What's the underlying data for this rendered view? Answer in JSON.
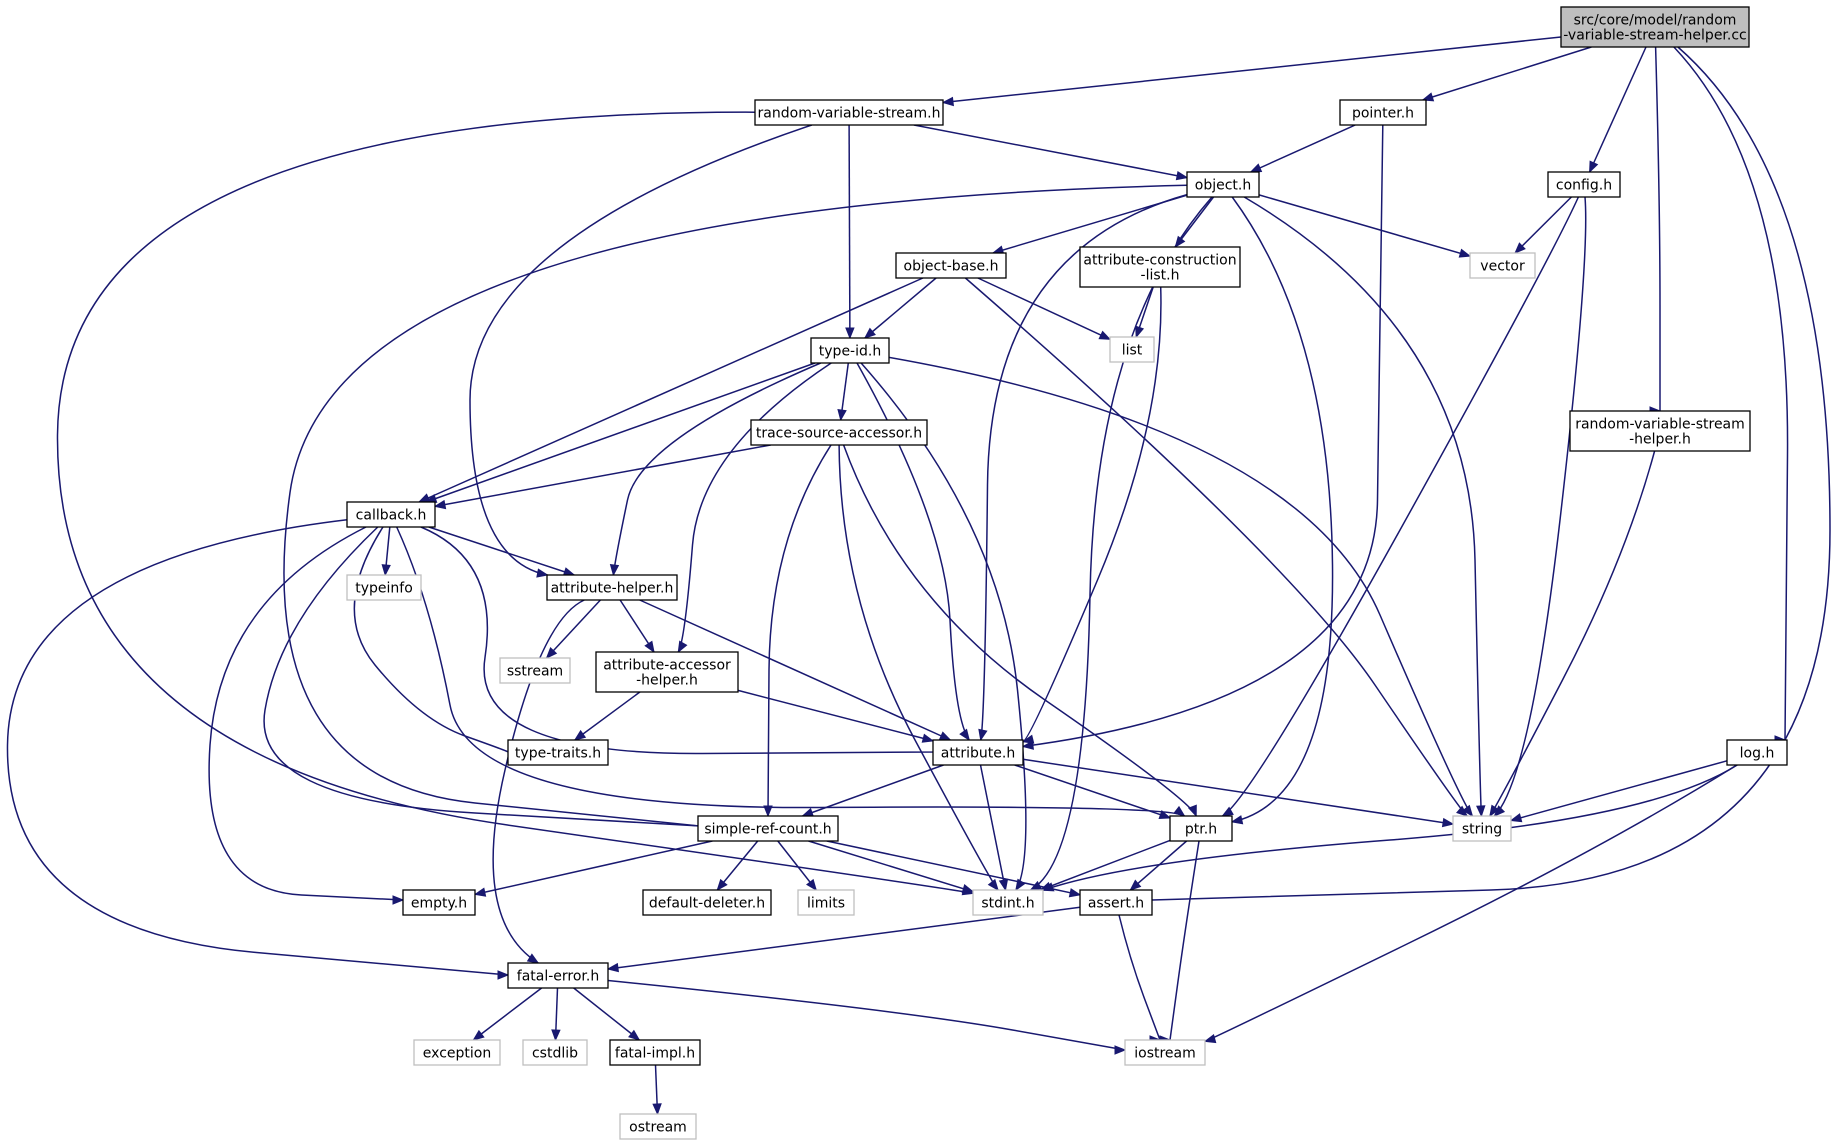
{
  "diagram": {
    "type": "include-dependency-graph",
    "colors": {
      "edge": "#191970",
      "root_fill": "#bfbfbf",
      "local_border": "#000000",
      "system_border": "#bfbfbf",
      "background": "#ffffff"
    },
    "nodes": [
      {
        "id": "root",
        "kind": "root",
        "lines": [
          "src/core/model/random",
          "-variable-stream-helper.cc"
        ]
      },
      {
        "id": "rvs",
        "kind": "local",
        "lines": [
          "random-variable-stream.h"
        ]
      },
      {
        "id": "pointer",
        "kind": "local",
        "lines": [
          "pointer.h"
        ]
      },
      {
        "id": "object",
        "kind": "local",
        "lines": [
          "object.h"
        ]
      },
      {
        "id": "config",
        "kind": "local",
        "lines": [
          "config.h"
        ]
      },
      {
        "id": "vector",
        "kind": "system",
        "lines": [
          "vector"
        ]
      },
      {
        "id": "objbase",
        "kind": "local",
        "lines": [
          "object-base.h"
        ]
      },
      {
        "id": "attrcons",
        "kind": "local",
        "lines": [
          "attribute-construction",
          "-list.h"
        ]
      },
      {
        "id": "list",
        "kind": "system",
        "lines": [
          "list"
        ]
      },
      {
        "id": "typeid",
        "kind": "local",
        "lines": [
          "type-id.h"
        ]
      },
      {
        "id": "rvsh",
        "kind": "local",
        "lines": [
          "random-variable-stream",
          "-helper.h"
        ]
      },
      {
        "id": "tsa",
        "kind": "local",
        "lines": [
          "trace-source-accessor.h"
        ]
      },
      {
        "id": "callback",
        "kind": "local",
        "lines": [
          "callback.h"
        ]
      },
      {
        "id": "typeinfo",
        "kind": "system",
        "lines": [
          "typeinfo"
        ]
      },
      {
        "id": "attrhelper",
        "kind": "local",
        "lines": [
          "attribute-helper.h"
        ]
      },
      {
        "id": "sstream",
        "kind": "system",
        "lines": [
          "sstream"
        ]
      },
      {
        "id": "attracc",
        "kind": "local",
        "lines": [
          "attribute-accessor",
          "-helper.h"
        ]
      },
      {
        "id": "typetraits",
        "kind": "local",
        "lines": [
          "type-traits.h"
        ]
      },
      {
        "id": "attribute",
        "kind": "local",
        "lines": [
          "attribute.h"
        ]
      },
      {
        "id": "log",
        "kind": "local",
        "lines": [
          "log.h"
        ]
      },
      {
        "id": "srefcount",
        "kind": "local",
        "lines": [
          "simple-ref-count.h"
        ]
      },
      {
        "id": "ptr",
        "kind": "local",
        "lines": [
          "ptr.h"
        ]
      },
      {
        "id": "string",
        "kind": "system",
        "lines": [
          "string"
        ]
      },
      {
        "id": "empty",
        "kind": "local",
        "lines": [
          "empty.h"
        ]
      },
      {
        "id": "defdel",
        "kind": "local",
        "lines": [
          "default-deleter.h"
        ]
      },
      {
        "id": "limits",
        "kind": "system",
        "lines": [
          "limits"
        ]
      },
      {
        "id": "stdint",
        "kind": "system",
        "lines": [
          "stdint.h"
        ]
      },
      {
        "id": "assert",
        "kind": "local",
        "lines": [
          "assert.h"
        ]
      },
      {
        "id": "fatalerr",
        "kind": "local",
        "lines": [
          "fatal-error.h"
        ]
      },
      {
        "id": "exception",
        "kind": "system",
        "lines": [
          "exception"
        ]
      },
      {
        "id": "cstdlib",
        "kind": "system",
        "lines": [
          "cstdlib"
        ]
      },
      {
        "id": "fatalimpl",
        "kind": "local",
        "lines": [
          "fatal-impl.h"
        ]
      },
      {
        "id": "iostream",
        "kind": "system",
        "lines": [
          "iostream"
        ]
      },
      {
        "id": "ostream",
        "kind": "system",
        "lines": [
          "ostream"
        ]
      }
    ],
    "edges": [
      {
        "from": "root",
        "to": "rvs"
      },
      {
        "from": "root",
        "to": "pointer"
      },
      {
        "from": "root",
        "to": "config"
      },
      {
        "from": "root",
        "to": "rvsh"
      },
      {
        "from": "root",
        "to": "log"
      },
      {
        "from": "root",
        "to": "assert"
      },
      {
        "from": "rvs",
        "to": "object"
      },
      {
        "from": "rvs",
        "to": "typeid"
      },
      {
        "from": "rvs",
        "to": "attrhelper"
      },
      {
        "from": "rvs",
        "to": "stdint"
      },
      {
        "from": "pointer",
        "to": "object"
      },
      {
        "from": "pointer",
        "to": "attribute"
      },
      {
        "from": "object",
        "to": "objbase"
      },
      {
        "from": "object",
        "to": "attrcons"
      },
      {
        "from": "object",
        "to": "vector"
      },
      {
        "from": "object",
        "to": "string"
      },
      {
        "from": "object",
        "to": "ptr"
      },
      {
        "from": "object",
        "to": "attribute"
      },
      {
        "from": "object",
        "to": "stdint"
      },
      {
        "from": "object",
        "to": "srefcount"
      },
      {
        "from": "config",
        "to": "vector"
      },
      {
        "from": "config",
        "to": "string"
      },
      {
        "from": "config",
        "to": "ptr"
      },
      {
        "from": "objbase",
        "to": "typeid"
      },
      {
        "from": "objbase",
        "to": "list"
      },
      {
        "from": "objbase",
        "to": "callback"
      },
      {
        "from": "objbase",
        "to": "string"
      },
      {
        "from": "attrcons",
        "to": "list"
      },
      {
        "from": "attrcons",
        "to": "attribute"
      },
      {
        "from": "typeid",
        "to": "tsa"
      },
      {
        "from": "typeid",
        "to": "callback"
      },
      {
        "from": "typeid",
        "to": "attrhelper"
      },
      {
        "from": "typeid",
        "to": "attracc"
      },
      {
        "from": "typeid",
        "to": "attribute"
      },
      {
        "from": "typeid",
        "to": "stdint"
      },
      {
        "from": "typeid",
        "to": "string"
      },
      {
        "from": "rvsh",
        "to": "string"
      },
      {
        "from": "tsa",
        "to": "callback"
      },
      {
        "from": "tsa",
        "to": "srefcount"
      },
      {
        "from": "tsa",
        "to": "ptr"
      },
      {
        "from": "tsa",
        "to": "stdint"
      },
      {
        "from": "callback",
        "to": "typeinfo"
      },
      {
        "from": "callback",
        "to": "attrhelper"
      },
      {
        "from": "callback",
        "to": "typetraits"
      },
      {
        "from": "callback",
        "to": "attribute"
      },
      {
        "from": "callback",
        "to": "ptr"
      },
      {
        "from": "callback",
        "to": "srefcount"
      },
      {
        "from": "callback",
        "to": "empty"
      },
      {
        "from": "callback",
        "to": "fatalerr"
      },
      {
        "from": "attrhelper",
        "to": "sstream"
      },
      {
        "from": "attrhelper",
        "to": "attracc"
      },
      {
        "from": "attrhelper",
        "to": "attribute"
      },
      {
        "from": "attrhelper",
        "to": "fatalerr"
      },
      {
        "from": "attracc",
        "to": "typetraits"
      },
      {
        "from": "attracc",
        "to": "attribute"
      },
      {
        "from": "attribute",
        "to": "srefcount"
      },
      {
        "from": "attribute",
        "to": "ptr"
      },
      {
        "from": "attribute",
        "to": "string"
      },
      {
        "from": "attribute",
        "to": "stdint"
      },
      {
        "from": "log",
        "to": "string"
      },
      {
        "from": "log",
        "to": "iostream"
      },
      {
        "from": "log",
        "to": "stdint"
      },
      {
        "from": "srefcount",
        "to": "empty"
      },
      {
        "from": "srefcount",
        "to": "defdel"
      },
      {
        "from": "srefcount",
        "to": "limits"
      },
      {
        "from": "srefcount",
        "to": "stdint"
      },
      {
        "from": "srefcount",
        "to": "assert"
      },
      {
        "from": "ptr",
        "to": "assert"
      },
      {
        "from": "ptr",
        "to": "iostream"
      },
      {
        "from": "ptr",
        "to": "stdint"
      },
      {
        "from": "assert",
        "to": "fatalerr"
      },
      {
        "from": "assert",
        "to": "iostream"
      },
      {
        "from": "fatalerr",
        "to": "exception"
      },
      {
        "from": "fatalerr",
        "to": "cstdlib"
      },
      {
        "from": "fatalerr",
        "to": "fatalimpl"
      },
      {
        "from": "fatalerr",
        "to": "iostream"
      },
      {
        "from": "fatalimpl",
        "to": "ostream"
      }
    ]
  }
}
